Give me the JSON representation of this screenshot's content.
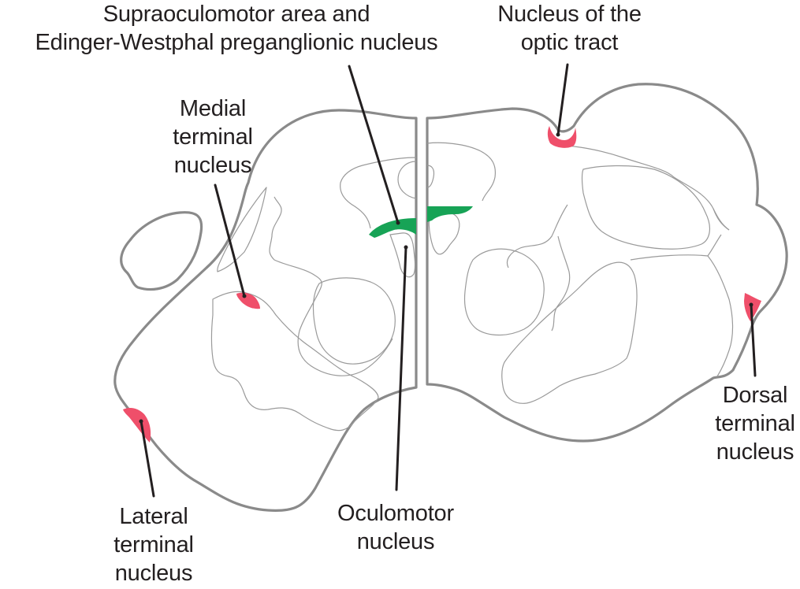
{
  "diagram": {
    "title": "Accessory optic system nuclei in midbrain cross-section",
    "colors": {
      "outline": "#8a8a8a",
      "inner_line": "#9a9a9a",
      "accessory_optic_nucleus": "#ef4f6a",
      "supraoculomotor_area": "#17a356",
      "leader_line": "#231f20",
      "text": "#231f20"
    },
    "labels": [
      {
        "id": "supraoculomotor",
        "lines": [
          "Supraoculomotor area and",
          "Edinger-Westphal preganglionic nucleus"
        ],
        "target": "supraoculomotor-area"
      },
      {
        "id": "not",
        "lines": [
          "Nucleus of the",
          "optic tract"
        ],
        "target": "nucleus-of-optic-tract"
      },
      {
        "id": "mtn",
        "lines": [
          "Medial",
          "terminal",
          "nucleus"
        ],
        "target": "medial-terminal-nucleus"
      },
      {
        "id": "dtn",
        "lines": [
          "Dorsal",
          "terminal",
          "nucleus"
        ],
        "target": "dorsal-terminal-nucleus"
      },
      {
        "id": "ltn",
        "lines": [
          "Lateral",
          "terminal",
          "nucleus"
        ],
        "target": "lateral-terminal-nucleus"
      },
      {
        "id": "oculomotor",
        "lines": [
          "Oculomotor",
          "nucleus"
        ],
        "target": "oculomotor-nucleus"
      }
    ]
  }
}
